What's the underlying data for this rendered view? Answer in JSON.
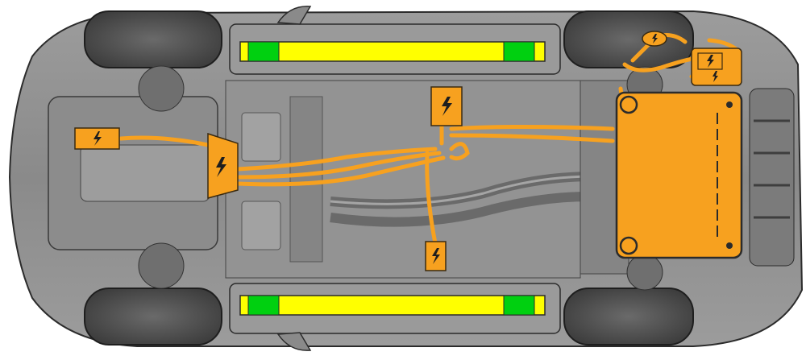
{
  "colors": {
    "body_light": "#a9a9a9",
    "body_mid": "#8e8e8e",
    "body_dark": "#6b6b6b",
    "tire": "#585858",
    "tire_dark": "#3e3e3e",
    "hv_orange": "#f7a11f",
    "hv_outline": "#3a2a10",
    "jack_yellow": "#ffff00",
    "jack_green": "#00d010",
    "outline": "#2b2b2b"
  },
  "icons": {
    "hv_symbol": "high-voltage-bolt-icon"
  },
  "diagram": {
    "view": "underbody",
    "hv_components": [
      "front-motor",
      "inverter",
      "junction-box",
      "charger",
      "onboard-module",
      "dc-connector",
      "traction-battery"
    ],
    "jack_points": [
      "left-front",
      "left-rear",
      "right-front",
      "right-rear"
    ]
  }
}
